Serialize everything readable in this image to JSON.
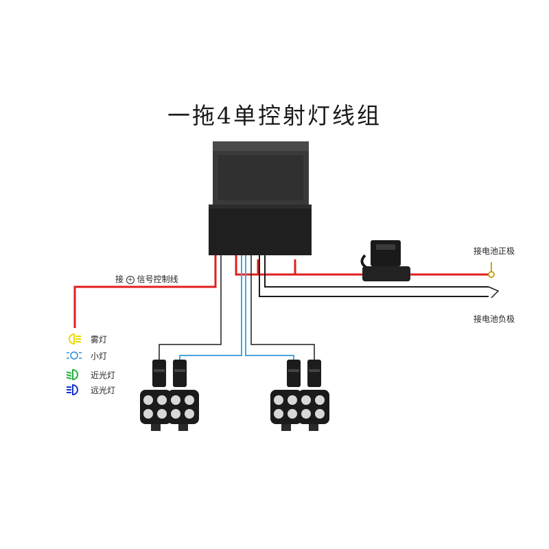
{
  "title": "一拖4单控射灯线组",
  "labels": {
    "signal": "接",
    "signal_rest": "信号控制线",
    "battery_pos": "接电池正极",
    "battery_neg": "接电池负极"
  },
  "legend": [
    {
      "label": "雾灯",
      "icon": "fog-light-icon",
      "color": "#e8d800"
    },
    {
      "label": "小灯",
      "icon": "parking-light-icon",
      "color": "#2a8ad8"
    },
    {
      "label": "近光灯",
      "icon": "low-beam-icon",
      "color": "#22b040"
    },
    {
      "label": "远光灯",
      "icon": "high-beam-icon",
      "color": "#1030d0"
    }
  ],
  "colors": {
    "red_wire": "#e11e1e",
    "black_wire": "#1a1a1a",
    "blue_wire": "#4aa3df",
    "relay": "#2a2a2a"
  }
}
